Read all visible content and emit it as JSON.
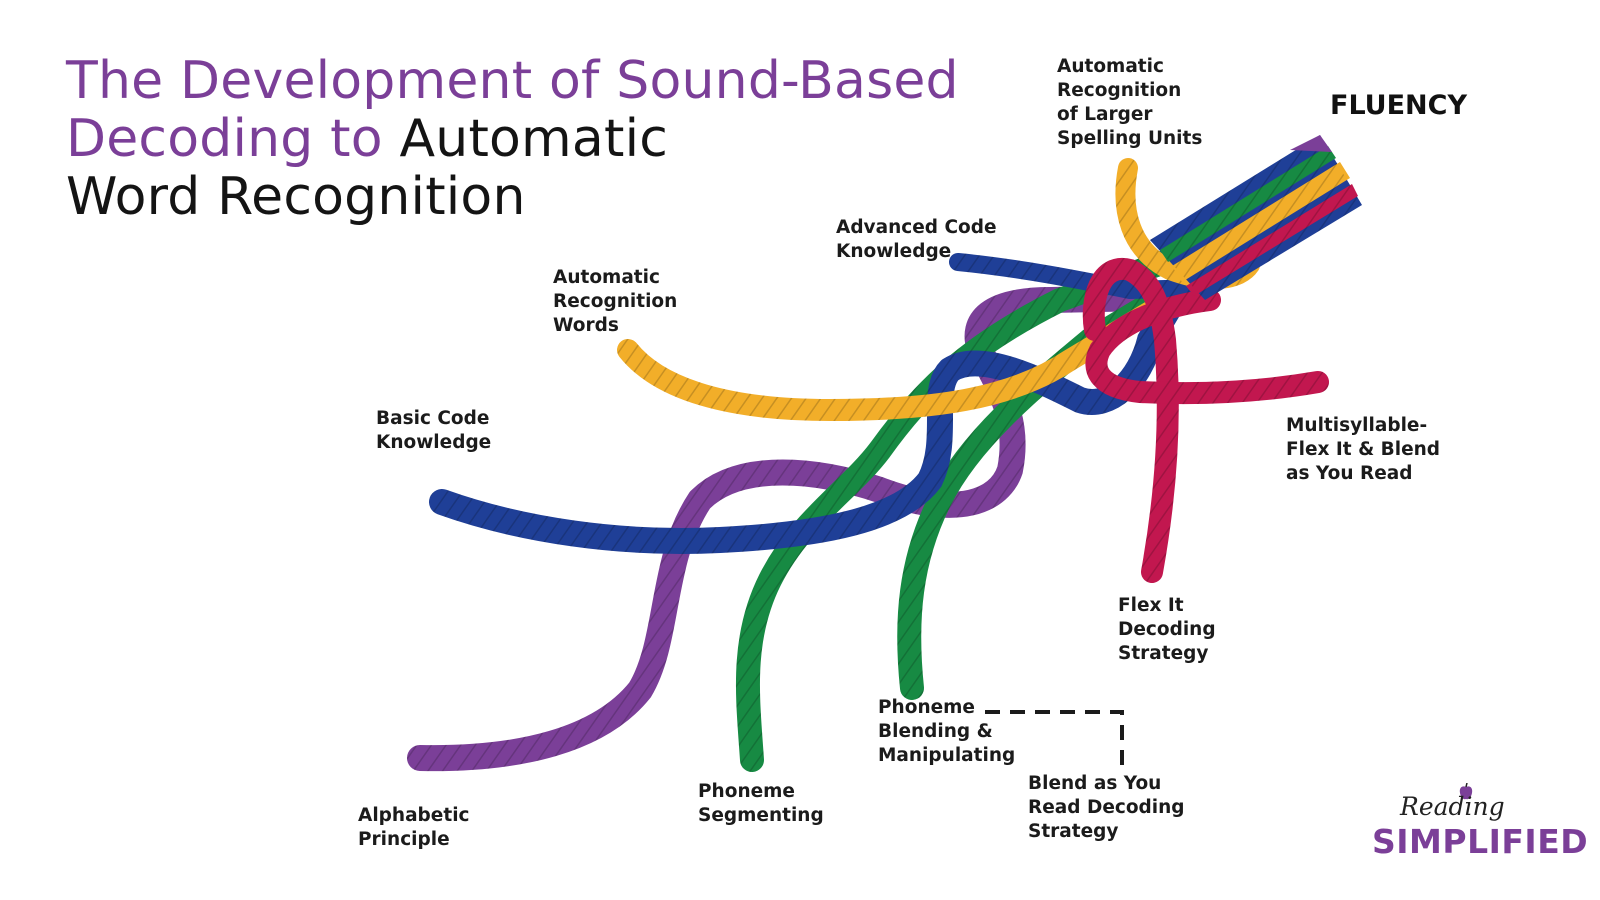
{
  "title": {
    "part1": "The Development of Sound-Based",
    "part2": "Decoding to",
    "part3": " Automatic",
    "part4": "Word Recognition"
  },
  "goal": "FLUENCY",
  "strand_labels": {
    "alphabetic_principle": "Alphabetic\nPrinciple",
    "phoneme_segmenting": "Phoneme\nSegmenting",
    "phoneme_blending": "Phoneme\nBlending &\nManipulating",
    "blend_as_you_read": "Blend as You\nRead Decoding\nStrategy",
    "flex_it": "Flex It\nDecoding\nStrategy",
    "multisyllable": "Multisyllable-\nFlex It & Blend\nas You Read",
    "basic_code": "Basic Code\nKnowledge",
    "automatic_words": "Automatic\nRecognition\nWords",
    "advanced_code": "Advanced Code\nKnowledge",
    "larger_units": "Automatic\nRecognition\nof Larger\nSpelling Units"
  },
  "logo": {
    "script_text": "Reading",
    "brand_text": "SIMPLIFIED"
  },
  "colors": {
    "purple": "#7b3f98",
    "blue": "#1f3f97",
    "green": "#178a43",
    "yellow": "#f2ae29",
    "red": "#c2174f",
    "text": "#1b1b1b"
  },
  "icons": [
    "apple-icon",
    "rope-illustration",
    "dashed-connector"
  ]
}
